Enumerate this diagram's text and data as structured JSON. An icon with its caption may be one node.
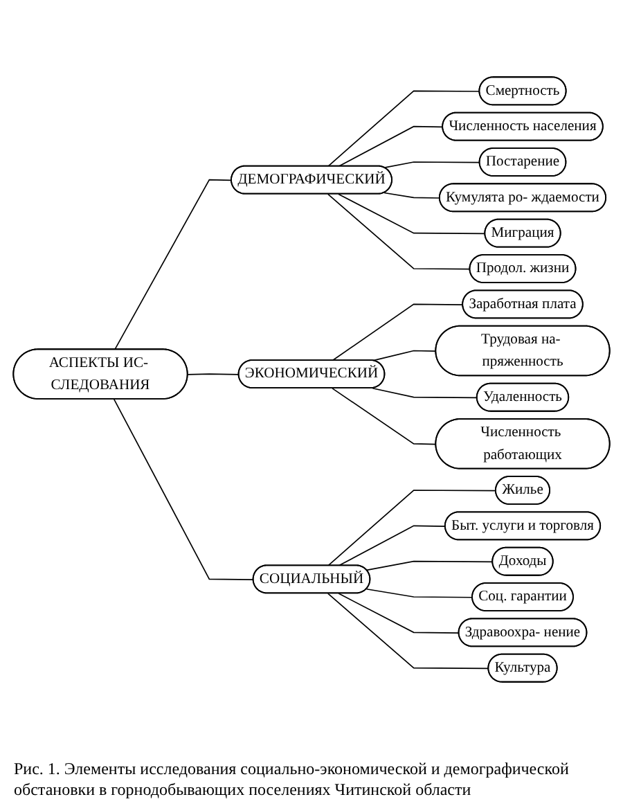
{
  "diagram": {
    "caption": "Рис. 1. Элементы исследования социально-экономической и демографической обстановки в горнодобывающих поселениях Читинской области",
    "nodes": [
      {
        "text": [
          "АСПЕКТЫ ИС- СЛЕДОВАНИЯ"
        ]
      },
      {
        "text": [
          "ДЕМОГРАФИЧЕСКИЙ"
        ]
      },
      {
        "text": [
          "ЭКОНОМИЧЕСКИЙ"
        ]
      },
      {
        "text": [
          "СОЦИАЛЬНЫЙ"
        ]
      },
      {
        "text": [
          "Смертность"
        ]
      },
      {
        "text": [
          "Численность населения"
        ]
      },
      {
        "text": [
          "Постарение"
        ]
      },
      {
        "text": [
          "Кумулята ро- ждаемости"
        ]
      },
      {
        "text": [
          "Миграция"
        ]
      },
      {
        "text": [
          "Продол. жизни"
        ]
      },
      {
        "text": [
          "Заработная плата"
        ]
      },
      {
        "text": [
          "Трудовая на- пряженность"
        ]
      },
      {
        "text": [
          "Удаленность"
        ]
      },
      {
        "text": [
          "Численность работающих"
        ]
      },
      {
        "text": [
          "Жилье"
        ]
      },
      {
        "text": [
          "Быт. услуги и торговля"
        ]
      },
      {
        "text": [
          "Доходы"
        ]
      },
      {
        "text": [
          "Соц. гарантии"
        ]
      },
      {
        "text": [
          "Здравоохра- нение"
        ]
      },
      {
        "text": [
          "Культура"
        ]
      }
    ],
    "edges": [
      {
        "from": 0,
        "to": 1,
        "arrow": "none"
      },
      {
        "from": 0,
        "to": 2,
        "arrow": "none"
      },
      {
        "from": 0,
        "to": 3,
        "arrow": "none"
      },
      {
        "from": 1,
        "to": 4,
        "arrow": "none"
      },
      {
        "from": 1,
        "to": 5,
        "arrow": "none"
      },
      {
        "from": 1,
        "to": 6,
        "arrow": "none"
      },
      {
        "from": 1,
        "to": 7,
        "arrow": "none"
      },
      {
        "from": 1,
        "to": 8,
        "arrow": "none"
      },
      {
        "from": 1,
        "to": 9,
        "arrow": "none"
      },
      {
        "from": 2,
        "to": 10,
        "arrow": "none"
      },
      {
        "from": 2,
        "to": 11,
        "arrow": "none"
      },
      {
        "from": 2,
        "to": 12,
        "arrow": "none"
      },
      {
        "from": 2,
        "to": 13,
        "arrow": "none"
      },
      {
        "from": 3,
        "to": 14,
        "arrow": "none"
      },
      {
        "from": 3,
        "to": 15,
        "arrow": "none"
      },
      {
        "from": 3,
        "to": 16,
        "arrow": "none"
      },
      {
        "from": 3,
        "to": 17,
        "arrow": "none"
      },
      {
        "from": 3,
        "to": 18,
        "arrow": "none"
      },
      {
        "from": 3,
        "to": 19,
        "arrow": "none"
      }
    ]
  }
}
